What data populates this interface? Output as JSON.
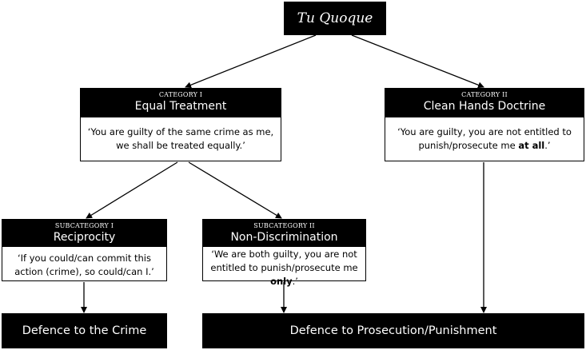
{
  "root": {
    "title": "Tu Quoque"
  },
  "category_1": {
    "label": "CATEGORY I",
    "title": "Equal Treatment",
    "quote": "‘You are guilty of the same crime as me, we shall be treated equally.’"
  },
  "category_2": {
    "label": "CATEGORY II",
    "title": "Clean Hands Doctrine",
    "quote_start": "‘You are guilty, you are not entitled to punish/prosecute me ",
    "quote_bold": "at all",
    "quote_end": ".’"
  },
  "subcategory_1": {
    "label": "SUBCATEGORY I",
    "title": "Reciprocity",
    "quote": "‘If you could/can commit this action (crime), so could/can I.’"
  },
  "subcategory_2": {
    "label": "SUBCATEGORY II",
    "title": "Non-Discrimination",
    "quote_start": "‘We are both guilty, you are not entitled to punish/prosecute me ",
    "quote_bold": "only",
    "quote_end": ".’"
  },
  "outcomes": {
    "crime": "Defence to the Crime",
    "prosecution": "Defence to Prosecution/Punishment"
  },
  "colors": {
    "box_fill": "#000000",
    "box_text": "#ffffff",
    "line": "#000000"
  }
}
